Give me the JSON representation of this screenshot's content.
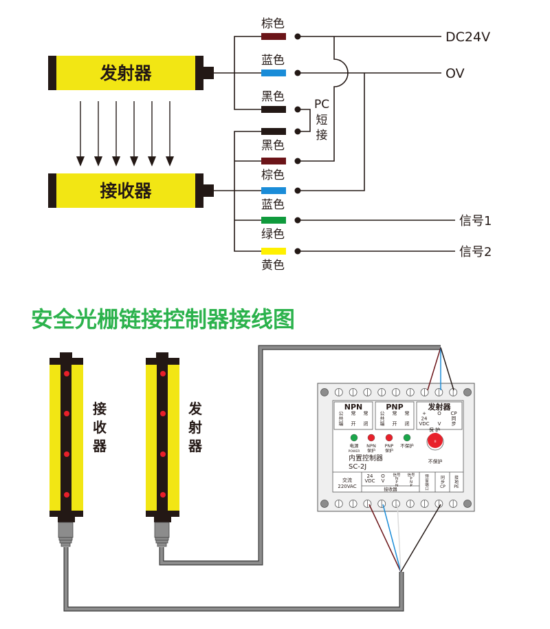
{
  "top_diagram": {
    "emitter_label": "发射器",
    "receiver_label": "接收器",
    "emitter_wires": [
      {
        "label": "棕色",
        "color": "#6b1418",
        "terminal": "DC24V"
      },
      {
        "label": "蓝色",
        "color": "#1a8cd8",
        "terminal": "OV"
      },
      {
        "label": "黑色",
        "color": "#231815",
        "terminal": ""
      }
    ],
    "receiver_wires": [
      {
        "label": "黑色",
        "color": "#231815",
        "terminal": ""
      },
      {
        "label": "棕色",
        "color": "#6b1418",
        "terminal": ""
      },
      {
        "label": "蓝色",
        "color": "#1a8cd8",
        "terminal": ""
      },
      {
        "label": "绿色",
        "color": "#0f9a3c",
        "terminal": "信号1"
      },
      {
        "label": "黄色",
        "color": "#fff000",
        "terminal": "信号2"
      }
    ],
    "pc_short_label": [
      "PC",
      "短",
      "接"
    ],
    "dc24v_label": "DC24V",
    "ov_label": "OV",
    "signal1_label": "信号1",
    "signal2_label": "信号2"
  },
  "section_title": "安全光栅链接控制器接线图",
  "bottom_diagram": {
    "receiver_bar_label": [
      "接",
      "收",
      "器"
    ],
    "emitter_bar_label": [
      "发",
      "射",
      "器"
    ],
    "controller": {
      "top_groups": [
        {
          "title": "NPN",
          "cols": [
            "公\n共\n端",
            "常\n\n开",
            "常\n\n闭"
          ]
        },
        {
          "title": "PNP",
          "cols": [
            "公\n共\n端",
            "常\n\n开",
            "常\n\n闭"
          ]
        },
        {
          "title": "发射器",
          "cols": [
            "+\n24\nVDC",
            "O\n\nV",
            "CP\n同\n步"
          ]
        }
      ],
      "leds": [
        {
          "label": "电源",
          "sub": "POWER",
          "color": "#1aa64a"
        },
        {
          "label": "NPN",
          "sub": "保护",
          "color": "#e8202a"
        },
        {
          "label": "PNP",
          "sub": "保护",
          "color": "#e8202a"
        },
        {
          "label": "不保护",
          "sub": "",
          "color": "#1aa64a"
        }
      ],
      "knob_top_label": "保 护",
      "knob_bottom_label": "不保护",
      "model_name": "内置控制器",
      "model_code": "SC-2J",
      "bottom_cells": {
        "ac": [
          "交流",
          "220VAC"
        ],
        "v24": [
          "24",
          "VDC"
        ],
        "ov": [
          "O",
          "V"
        ],
        "sig_npn": [
          "信号",
          "N",
          "P",
          "N"
        ],
        "sig_pnp": [
          "信号",
          "P",
          "N",
          "P"
        ],
        "receiver_caption": "接收器",
        "reserve": [
          "预",
          "留",
          "端",
          "口"
        ],
        "sync": [
          "同",
          "步",
          "CP"
        ],
        "ground": [
          "接",
          "地",
          "PE"
        ]
      }
    }
  },
  "colors": {
    "title_green": "#2bb24c",
    "bar_yellow": "#f2e614",
    "bar_black": "#231815",
    "cable_gray": "#8c8c8c",
    "panel_bg": "#efefef",
    "led_red": "#e8202a"
  }
}
